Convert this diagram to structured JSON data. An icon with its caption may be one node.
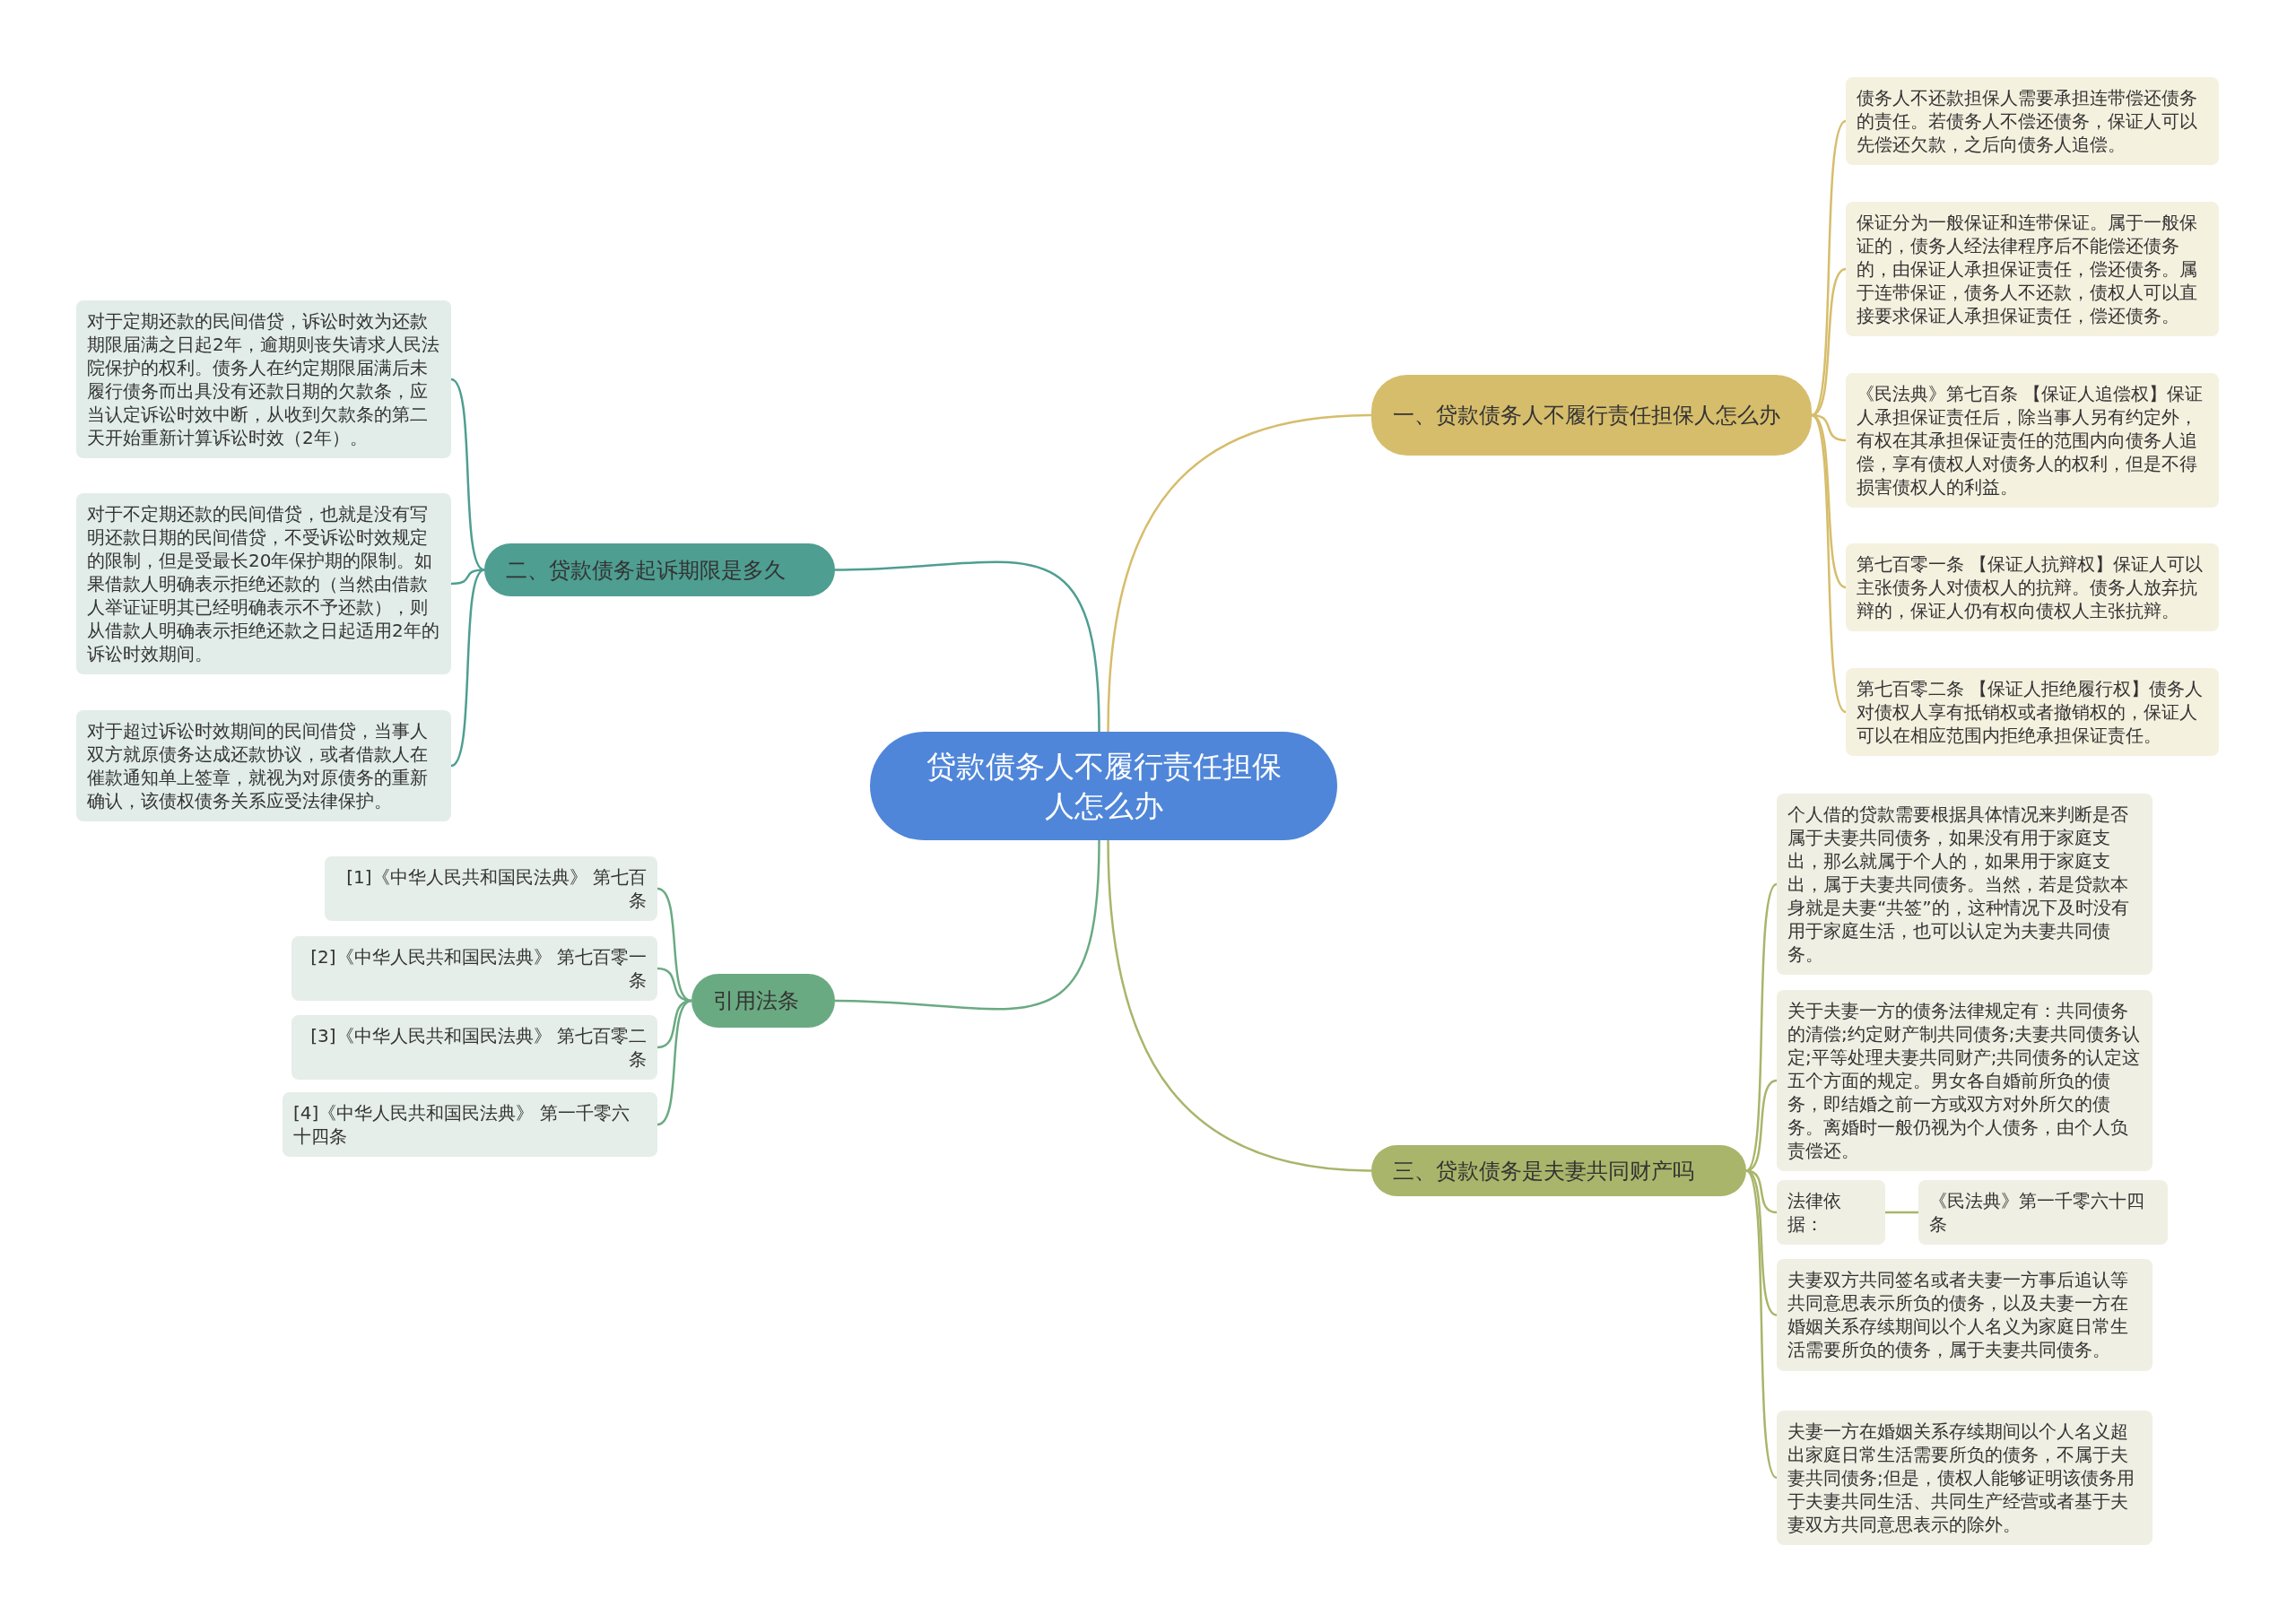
{
  "diagram": {
    "nodes": [
      {
        "text": [
          "贷款债务人不履行责任担保人怎么办"
        ]
      },
      {
        "text": [
          "一、贷款债务人不履行责任担保人怎么办"
        ]
      },
      {
        "text": [
          "债务人不还款担保人需要承担连带偿还债务的责任。若债务人不偿还债务，保证人可以先偿还欠款，之后向债务人追偿。"
        ]
      },
      {
        "text": [
          "保证分为一般保证和连带保证。属于一般保证的，债务人经法律程序后不能偿还债务的，由保证人承担保证责任，偿还债务。属于连带保证，债务人不还款，债权人可以直接要求保证人承担保证责任，偿还债务。"
        ]
      },
      {
        "text": [
          "《民法典》第七百条 【保证人追偿权】保证人承担保证责任后，除当事人另有约定外，有权在其承担保证责任的范围内向债务人追偿，享有债权人对债务人的权利，但是不得损害债权人的利益。"
        ]
      },
      {
        "text": [
          "第七百零一条 【保证人抗辩权】保证人可以主张债务人对债权人的抗辩。债务人放弃抗辩的，保证人仍有权向债权人主张抗辩。"
        ]
      },
      {
        "text": [
          "第七百零二条 【保证人拒绝履行权】债务人对债权人享有抵销权或者撤销权的，保证人可以在相应范围内拒绝承担保证责任。"
        ]
      },
      {
        "text": [
          "二、贷款债务起诉期限是多久"
        ]
      },
      {
        "text": [
          "对于定期还款的民间借贷，诉讼时效为还款期限届满之日起2年，逾期则丧失请求人民法院保护的权利。债务人在约定期限届满后未履行债务而出具没有还款日期的欠款条，应当认定诉讼时效中断，从收到欠款条的第二天开始重新计算诉讼时效（2年）。"
        ]
      },
      {
        "text": [
          "对于不定期还款的民间借贷，也就是没有写明还款日期的民间借贷，不受诉讼时效规定的限制，但是受最长20年保护期的限制。如果借款人明确表示拒绝还款的（当然由借款人举证证明其已经明确表示不予还款），则从借款人明确表示拒绝还款之日起适用2年的诉讼时效期间。"
        ]
      },
      {
        "text": [
          "对于超过诉讼时效期间的民间借贷，当事人双方就原债务达成还款协议，或者借款人在催款通知单上签章，就视为对原债务的重新确认，该债权债务关系应受法律保护。"
        ]
      },
      {
        "text": [
          "引用法条"
        ]
      },
      {
        "text": [
          "[1]《中华人民共和国民法典》 第七百条"
        ]
      },
      {
        "text": [
          "[2]《中华人民共和国民法典》 第七百零一条"
        ]
      },
      {
        "text": [
          "[3]《中华人民共和国民法典》 第七百零二条"
        ]
      },
      {
        "text": [
          "[4]《中华人民共和国民法典》 第一千零六十四条"
        ]
      },
      {
        "text": [
          "三、贷款债务是夫妻共同财产吗"
        ]
      },
      {
        "text": [
          "个人借的贷款需要根据具体情况来判断是否属于夫妻共同债务，如果没有用于家庭支出，那么就属于个人的，如果用于家庭支出，属于夫妻共同债务。当然，若是贷款本身就是夫妻“共签”的，这种情况下及时没有用于家庭生活，也可以认定为夫妻共同债务。"
        ]
      },
      {
        "text": [
          "关于夫妻一方的债务法律规定有：共同债务的清偿;约定财产制共同债务;夫妻共同债务认定;平等处理夫妻共同财产;共同债务的认定这五个方面的规定。男女各自婚前所负的债务，即结婚之前一方或双方对外所欠的债务。离婚时一般仍视为个人债务，由个人负责偿还。"
        ]
      },
      {
        "text": [
          "法律依据："
        ]
      },
      {
        "text": [
          "《民法典》第一千零六十四条"
        ]
      },
      {
        "text": [
          "夫妻双方共同签名或者夫妻一方事后追认等共同意思表示所负的债务，以及夫妻一方在婚姻关系存续期间以个人名义为家庭日常生活需要所负的债务，属于夫妻共同债务。"
        ]
      },
      {
        "text": [
          "夫妻一方在婚姻关系存续期间以个人名义超出家庭日常生活需要所负的债务，不属于夫妻共同债务;但是，债权人能够证明该债务用于夫妻共同生活、共同生产经营或者基于夫妻双方共同意思表示的除外。"
        ]
      }
    ],
    "edges": [
      {
        "from": 0,
        "to": 1,
        "arrow": "none",
        "color": "#d6bd6b"
      },
      {
        "from": 0,
        "to": 7,
        "arrow": "none",
        "color": "#4e9e91"
      },
      {
        "from": 0,
        "to": 11,
        "arrow": "none",
        "color": "#6aaa82"
      },
      {
        "from": 0,
        "to": 16,
        "arrow": "none",
        "color": "#a9b56a"
      },
      {
        "from": 1,
        "to": 2,
        "arrow": "none",
        "color": "#d6bd6b"
      },
      {
        "from": 1,
        "to": 3,
        "arrow": "none",
        "color": "#d6bd6b"
      },
      {
        "from": 1,
        "to": 4,
        "arrow": "none",
        "color": "#d6bd6b"
      },
      {
        "from": 1,
        "to": 5,
        "arrow": "none",
        "color": "#d6bd6b"
      },
      {
        "from": 1,
        "to": 6,
        "arrow": "none",
        "color": "#d6bd6b"
      },
      {
        "from": 7,
        "to": 8,
        "arrow": "none",
        "color": "#4e9e91"
      },
      {
        "from": 7,
        "to": 9,
        "arrow": "none",
        "color": "#4e9e91"
      },
      {
        "from": 7,
        "to": 10,
        "arrow": "none",
        "color": "#4e9e91"
      },
      {
        "from": 11,
        "to": 12,
        "arrow": "none",
        "color": "#6aaa82"
      },
      {
        "from": 11,
        "to": 13,
        "arrow": "none",
        "color": "#6aaa82"
      },
      {
        "from": 11,
        "to": 14,
        "arrow": "none",
        "color": "#6aaa82"
      },
      {
        "from": 11,
        "to": 15,
        "arrow": "none",
        "color": "#6aaa82"
      },
      {
        "from": 16,
        "to": 17,
        "arrow": "none",
        "color": "#a9b56a"
      },
      {
        "from": 16,
        "to": 18,
        "arrow": "none",
        "color": "#a9b56a"
      },
      {
        "from": 16,
        "to": 19,
        "arrow": "none",
        "color": "#a9b56a"
      },
      {
        "from": 19,
        "to": 20,
        "arrow": "none",
        "color": "#a9b56a"
      },
      {
        "from": 16,
        "to": 21,
        "arrow": "none",
        "color": "#a9b56a"
      },
      {
        "from": 16,
        "to": 22,
        "arrow": "none",
        "color": "#a9b56a"
      }
    ]
  }
}
